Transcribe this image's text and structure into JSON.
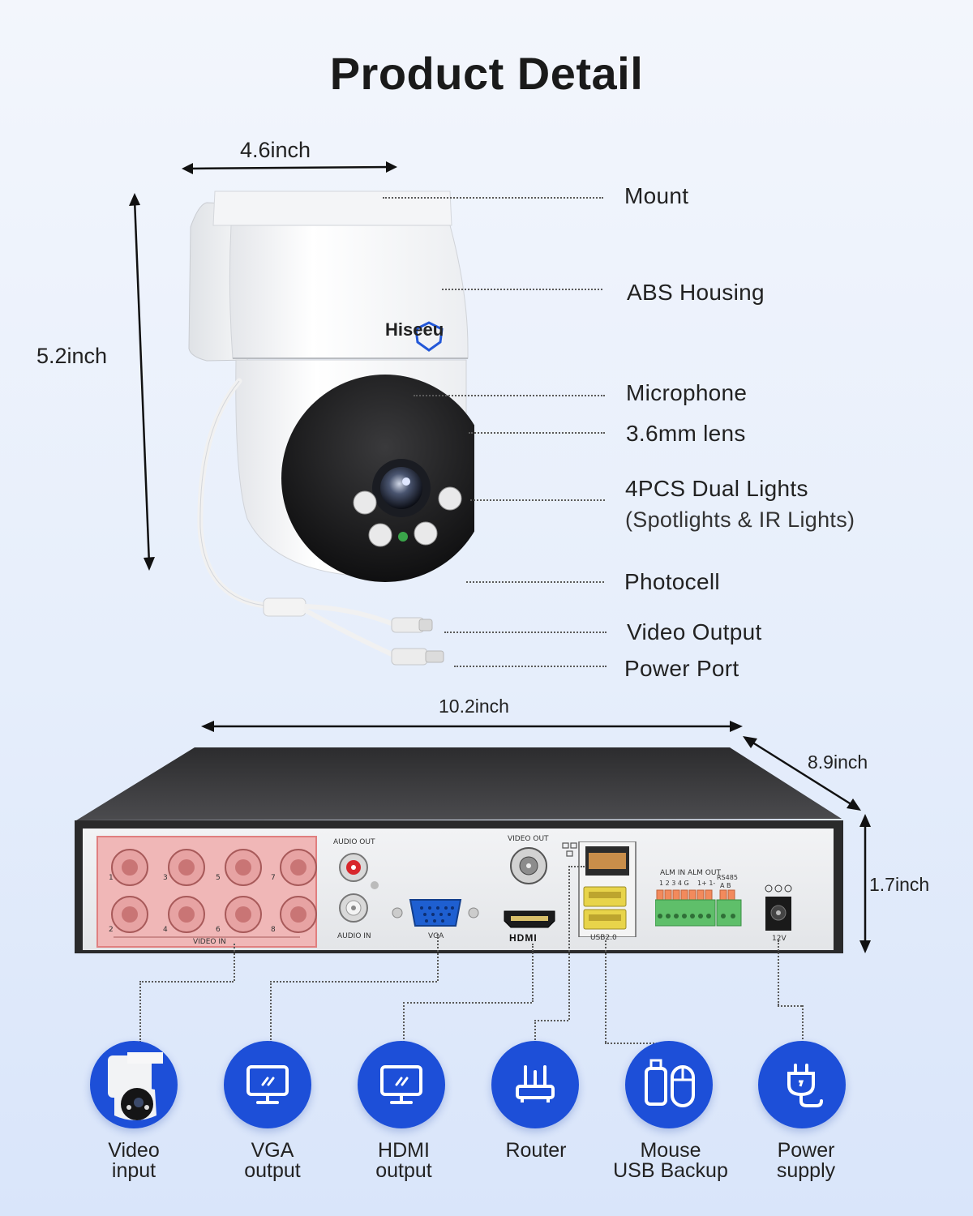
{
  "title": "Product Detail",
  "camera": {
    "brand": "Hiseeu",
    "width": "4.6inch",
    "height": "5.2inch",
    "parts": [
      {
        "label": "Mount"
      },
      {
        "label": "ABS Housing"
      },
      {
        "label": "Microphone"
      },
      {
        "label": "3.6mm lens"
      },
      {
        "label": "4PCS Dual Lights",
        "sublabel": "(Spotlights & IR Lights)"
      },
      {
        "label": "Photocell"
      },
      {
        "label": "Video Output"
      },
      {
        "label": "Power Port"
      }
    ]
  },
  "dvr": {
    "length": "10.2inch",
    "depth": "8.9inch",
    "height": "1.7inch",
    "panel_labels": {
      "video_in": "VIDEO IN",
      "audio_out": "AUDIO OUT",
      "audio_in": "AUDIO IN",
      "vga": "VGA",
      "video_out": "VIDEO OUT",
      "hdmi": "HDMI",
      "usb": "USB2.0",
      "alm_in": "ALM IN",
      "alm_out": "ALM OUT",
      "rs485": "RS485",
      "rs485_ab": "A B",
      "alm_in_nums": "1 2 3 4 G",
      "alm_out_nums": "1+ 1-",
      "power": "12V",
      "channels": [
        "1",
        "3",
        "5",
        "7",
        "2",
        "4",
        "6",
        "8"
      ]
    }
  },
  "ports": [
    {
      "line1": "Video",
      "line2": "input",
      "icon": "camera-icon"
    },
    {
      "line1": "VGA",
      "line2": "output",
      "icon": "monitor-icon"
    },
    {
      "line1": "HDMI",
      "line2": "output",
      "icon": "monitor-icon"
    },
    {
      "line1": "Router",
      "line2": "",
      "icon": "router-icon"
    },
    {
      "line1": "Mouse",
      "line2": "USB Backup",
      "icon": "usb-mouse-icon"
    },
    {
      "line1": "Power",
      "line2": "supply",
      "icon": "power-plug-icon"
    }
  ],
  "colors": {
    "accent_blue": "#1d4fd8",
    "video_in_panel": "#f2b8b8",
    "usb_yellow": "#e8d44a",
    "terminal_green": "#5fbf6a",
    "dvr_body": "#3a3a3a"
  }
}
